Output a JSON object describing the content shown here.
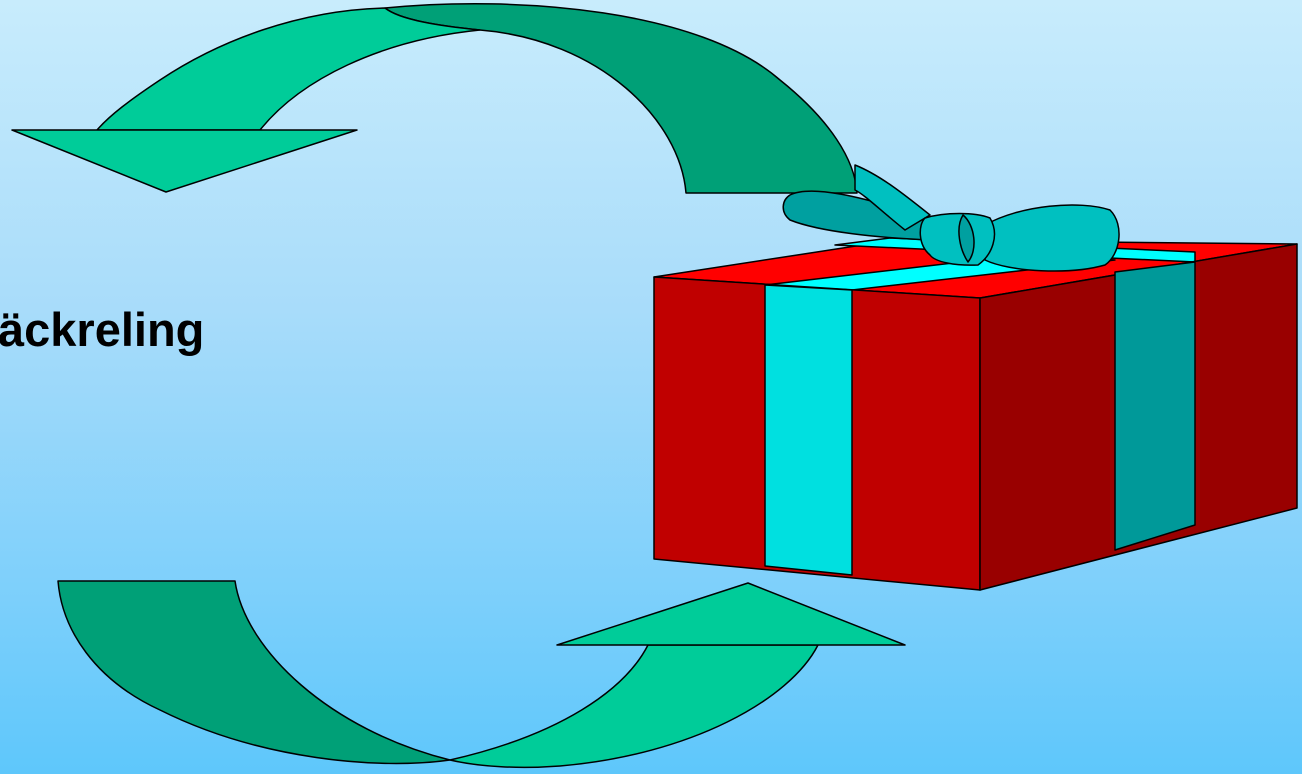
{
  "slide": {
    "title": "äckreling"
  },
  "colors": {
    "arrow_light": "#00cc99",
    "arrow_dark": "#00a077",
    "box_front": "#c00000",
    "box_side": "#990000",
    "box_top": "#ff0000",
    "ribbon_light": "#00e0e0",
    "ribbon_dark": "#009999",
    "ribbon_top": "#00ffff",
    "bow_light": "#00c0c0",
    "bow_dark": "#00a0a0"
  },
  "icons": [
    "curved-arrow-top",
    "curved-arrow-bottom",
    "gift-box"
  ]
}
